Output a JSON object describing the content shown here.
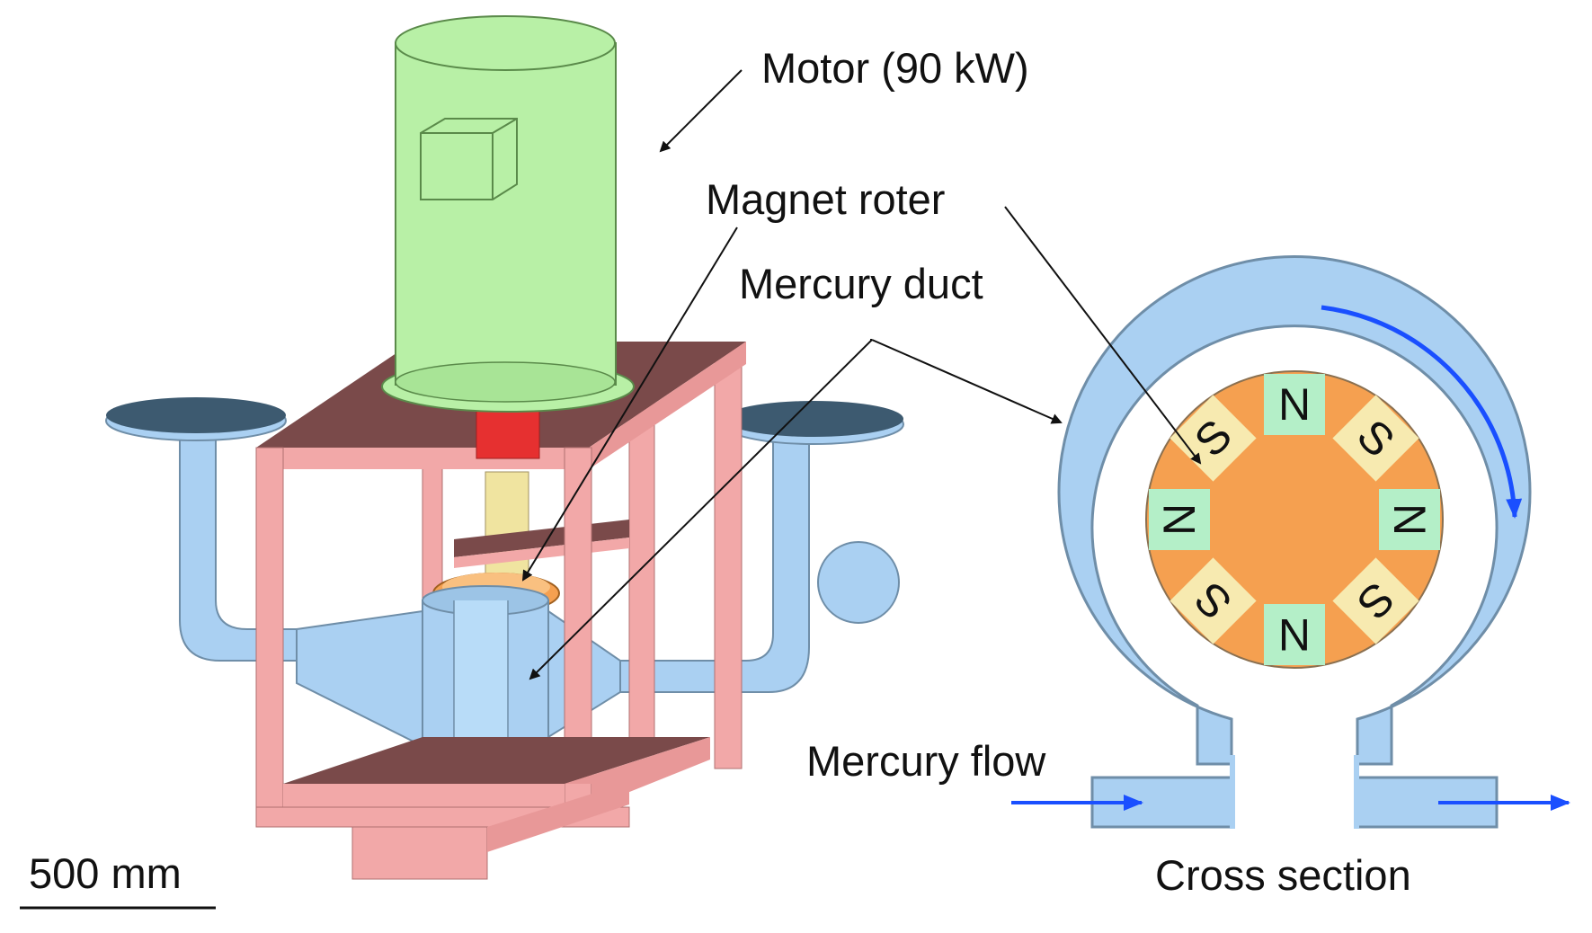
{
  "labels": {
    "motor": "Motor (90 kW)",
    "magnet_rotor": "Magnet roter",
    "mercury_duct": "Mercury duct",
    "mercury_flow": "Mercury flow",
    "cross_section": "Cross section",
    "scale_bar": "500 mm"
  },
  "rotor_poles": [
    {
      "letter": "N",
      "angle": 0
    },
    {
      "letter": "S",
      "angle": 45
    },
    {
      "letter": "N",
      "angle": 90
    },
    {
      "letter": "S",
      "angle": 135
    },
    {
      "letter": "N",
      "angle": 180
    },
    {
      "letter": "S",
      "angle": 225
    },
    {
      "letter": "N",
      "angle": 270
    },
    {
      "letter": "S",
      "angle": 315
    }
  ],
  "colors": {
    "motor": "#b8f0a6",
    "frame": "#f2a8a8",
    "frame_dark": "#7a4a4a",
    "duct": "#aad0f2",
    "duct_dark": "#3d5a70",
    "rotor_disk": "#f5a050",
    "n_pole": "#b4efc8",
    "s_pole": "#f7eab0",
    "flow_arrow": "#1a4fff",
    "shaft_red": "#e63030",
    "shaft_blue": "#2a70e0"
  }
}
